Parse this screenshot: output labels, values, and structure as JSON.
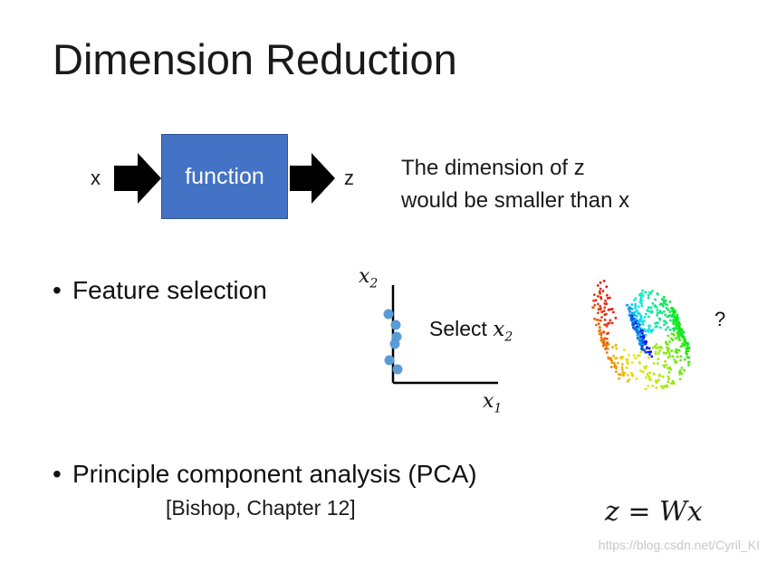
{
  "title": "Dimension Reduction",
  "pipeline": {
    "input_label": "x",
    "function_label": "function",
    "output_label": "z",
    "description_lines": [
      "The dimension of z",
      "would be smaller than x"
    ]
  },
  "feature_selection": {
    "bullet": "Feature selection",
    "axis_y_base": "x",
    "axis_y_sub": "2",
    "axis_x_base": "x",
    "axis_x_sub": "1",
    "select_text": "Select ",
    "select_var_base": "x",
    "select_var_sub": "2",
    "question_mark": "?"
  },
  "pca": {
    "bullet": "Principle component analysis (PCA)",
    "reference": "[Bishop, Chapter 12]",
    "equation": "z = Wx"
  },
  "watermark": "https://blog.csdn.net/Cyril_KI",
  "colors": {
    "function_box": "#4472c4",
    "scatter_points": "#5b9bd5",
    "arrow": "#000000"
  }
}
